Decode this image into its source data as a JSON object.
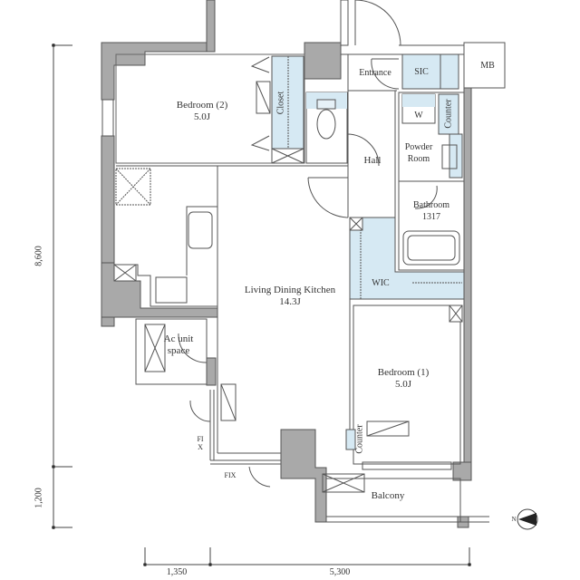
{
  "plan": {
    "rooms": {
      "bedroom2": {
        "name": "Bedroom (2)",
        "size": "5.0J"
      },
      "bedroom1": {
        "name": "Bedroom (1)",
        "size": "5.0J"
      },
      "ldk": {
        "name": "Living Dining Kitchen",
        "size": "14.3J"
      },
      "entrance": {
        "name": "Entrance"
      },
      "hall": {
        "name": "Hall"
      },
      "sic": {
        "name": "SIC"
      },
      "mb": {
        "name": "MB"
      },
      "powder": {
        "name": "Powder",
        "name2": "Room"
      },
      "washer": {
        "name": "W"
      },
      "bathroom": {
        "name": "Bathroom",
        "size": "1317"
      },
      "wic": {
        "name": "WIC"
      },
      "balcony": {
        "name": "Balcony"
      },
      "ac": {
        "name": "Ac unit",
        "name2": "space"
      }
    },
    "labels": {
      "closet": "Closet",
      "counter_top": "Counter",
      "counter_bottom": "Counter",
      "fix_vertical": "FIX",
      "fix_horizontal": "FIX"
    },
    "dimensions": {
      "left_upper": "8,600",
      "left_lower": "1,200",
      "bottom_left": "1,350",
      "bottom_right": "5,300"
    },
    "compass": {
      "label": "N"
    },
    "colors": {
      "wall": "#a9a9a9",
      "storage": "#d6e9f3",
      "line": "#555555"
    }
  }
}
